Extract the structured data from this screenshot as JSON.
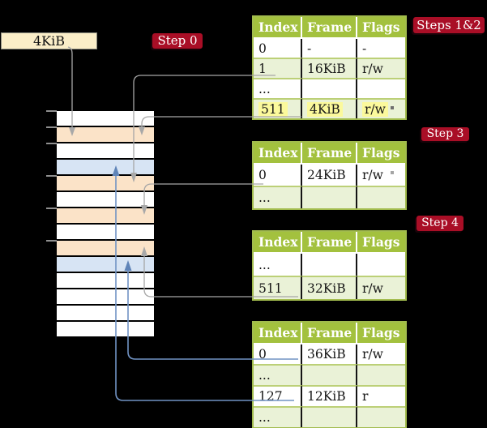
{
  "labels": {
    "frame_box": "4KiB",
    "step0": "Step 0",
    "steps12": "Steps 1&2",
    "step3": "Step 3",
    "step4": "Step 4"
  },
  "colors": {
    "background": "#000000",
    "header_green": "#a3c13e",
    "row_tint_green": "#eaf2d7",
    "row_separator_green": "#bcd077",
    "table_border_green": "#a2bc4e",
    "memory_peach": "#fbe3c8",
    "memory_blue": "#d7e4f4",
    "highlight_yellow": "#fbf99c",
    "badge_red": "#a90e26",
    "chip_cream": "#fbeec8",
    "gray_arrow": "#a6a6a6",
    "blue_arrow": "#7193c4"
  },
  "memory": {
    "rows": [
      "white",
      "peach",
      "white",
      "blue",
      "peach",
      "white",
      "peach",
      "white",
      "peach",
      "blue",
      "white",
      "white",
      "white",
      "white"
    ]
  },
  "tables": [
    {
      "name": "page-table-steps12",
      "columns": [
        "Index",
        "Frame",
        "Flags"
      ],
      "rows": [
        {
          "cells": [
            "0",
            "-",
            "-"
          ]
        },
        {
          "cells": [
            "1",
            "16KiB",
            "r/w"
          ],
          "tint": true
        },
        {
          "cells": [
            "...",
            "",
            ""
          ]
        },
        {
          "cells": [
            "511",
            "4KiB",
            "r/w"
          ],
          "tint": true,
          "highlight": true
        }
      ]
    },
    {
      "name": "page-table-step3",
      "columns": [
        "Index",
        "Frame",
        "Flags"
      ],
      "rows": [
        {
          "cells": [
            "0",
            "24KiB",
            "r/w"
          ]
        },
        {
          "cells": [
            "...",
            "",
            ""
          ],
          "tint": true
        }
      ]
    },
    {
      "name": "page-table-step4",
      "columns": [
        "Index",
        "Frame",
        "Flags"
      ],
      "rows": [
        {
          "cells": [
            "...",
            "",
            ""
          ]
        },
        {
          "cells": [
            "511",
            "32KiB",
            "r/w"
          ],
          "tint": true
        }
      ]
    },
    {
      "name": "page-table-final",
      "columns": [
        "Index",
        "Frame",
        "Flags"
      ],
      "rows": [
        {
          "cells": [
            "0",
            "36KiB",
            "r/w"
          ]
        },
        {
          "cells": [
            "...",
            "",
            ""
          ],
          "tint": true
        },
        {
          "cells": [
            "127",
            "12KiB",
            "r"
          ]
        },
        {
          "cells": [
            "...",
            "",
            ""
          ],
          "tint": true
        }
      ]
    }
  ],
  "connections": [
    {
      "from": "frame-size-box-4KiB",
      "to": "memory-frame-4KiB",
      "color": "gray"
    },
    {
      "from": "steps12-entry-511-4KiB",
      "to": "memory-frame-4KiB",
      "color": "gray"
    },
    {
      "from": "steps12-entry-1-16KiB",
      "to": "memory-frame-16KiB",
      "color": "gray"
    },
    {
      "from": "step3-entry-0-24KiB",
      "to": "memory-frame-24KiB",
      "color": "gray"
    },
    {
      "from": "step4-entry-511-32KiB",
      "to": "memory-frame-32KiB",
      "color": "gray"
    },
    {
      "from": "final-entry-0-36KiB",
      "to": "memory-frame-36KiB",
      "color": "blue"
    },
    {
      "from": "final-entry-127-12KiB",
      "to": "memory-frame-12KiB",
      "color": "blue"
    }
  ]
}
